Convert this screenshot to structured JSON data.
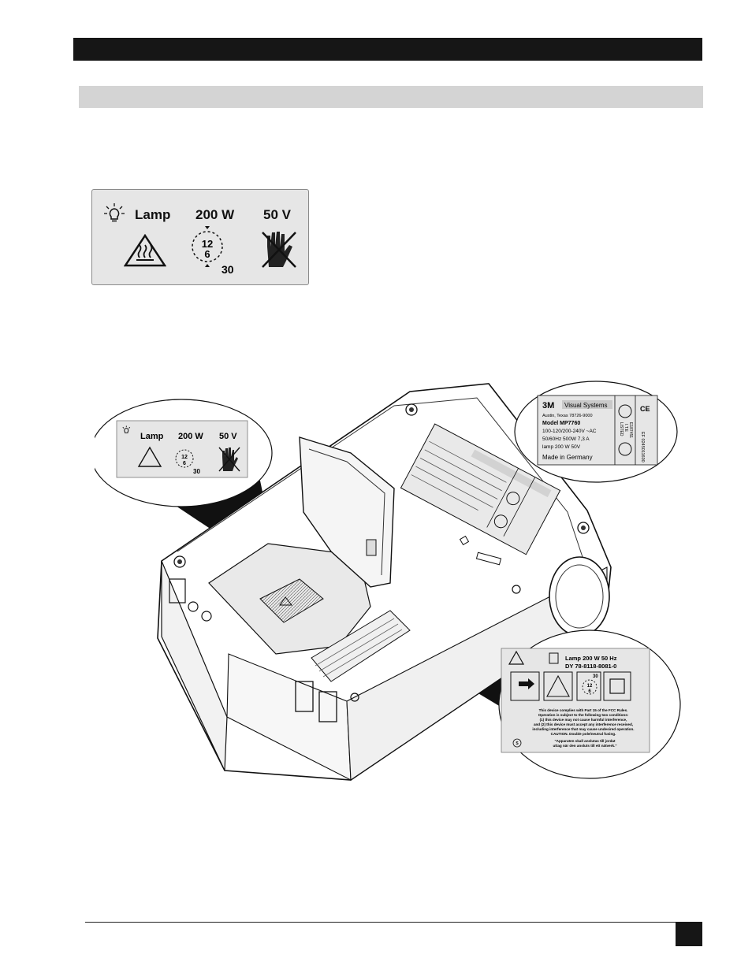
{
  "lamp_label": {
    "lamp": "Lamp",
    "watts": "200 W",
    "volts": "50 V",
    "clock_top": "12",
    "clock_bottom": "6",
    "minutes": "30"
  },
  "rating_label": {
    "brand_logo": "3M",
    "brand": "Visual Systems",
    "address": "Austin, Texas  78726-9000",
    "model": "Model MP7760",
    "voltage": "100-120/200-240V ~AC",
    "power": "50/60Hz 500W  7,3 A",
    "lamp": "lamp 200 W    50V",
    "origin": "Made in Germany",
    "listed": "LISTED",
    "ite": "I.T.E",
    "file_no": "E187451",
    "serial": "EF 0245011600",
    "ce": "CE"
  },
  "fcc_label": {
    "lamp_line": "Lamp  200 W  50 Hz",
    "part_no": "DY  78-8118-8081-0",
    "clock_top": "12",
    "clock_bottom": "6",
    "minutes": "30",
    "fcc_1": "This device complies with Part 15 of the FCC Rules.",
    "fcc_2": "Operation is subject to the following two conditions:",
    "fcc_3": "(1) this device may not cause harmful interference,",
    "fcc_4": "and (2) this device must accept any interference received,",
    "fcc_5": "including interference that may cause undesired operation.",
    "fcc_6": "CAUTION.  Double  pole/neutral fusing.",
    "lang_code": "S",
    "swedish_1": "\"Apparaten skall anslutas till jordat",
    "swedish_2": "uttag när den ansluts till ett nätverk.\""
  },
  "icons": [
    "lamp-bulb-icon",
    "hot-surface-warning-icon",
    "cooldown-clock-icon",
    "no-touch-hand-icon",
    "warning-triangle-icon",
    "lamp-housing-icon",
    "arrow-right-icon",
    "network-port-icon"
  ]
}
